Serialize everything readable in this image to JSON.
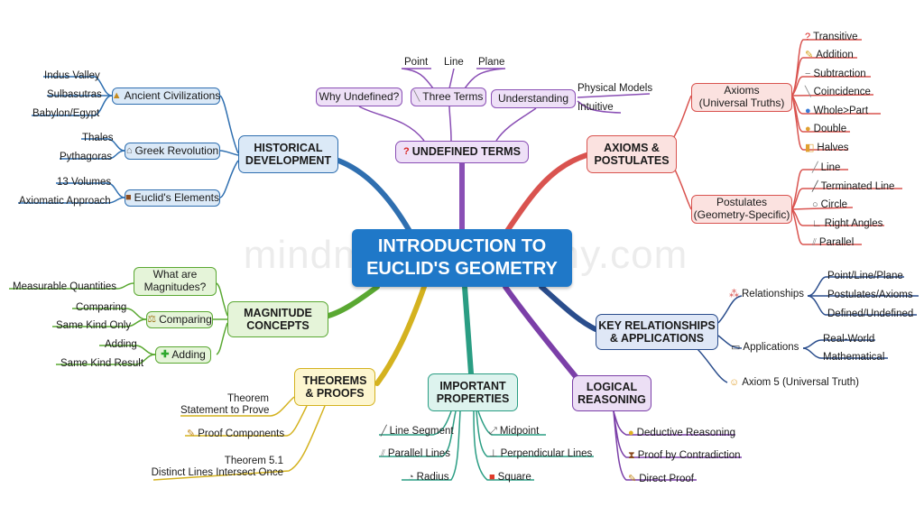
{
  "center": {
    "line1": "INTRODUCTION TO",
    "line2": "EUCLID'S GEOMETRY"
  },
  "watermark": "mindmapsacademy.com",
  "historical": {
    "title_line1": "HISTORICAL",
    "title_line2": "DEVELOPMENT",
    "ancient": {
      "label": "Ancient Civilizations",
      "icon": "pyramid-icon",
      "items": [
        "Indus Valley",
        "Sulbasutras",
        "Babylon/Egypt"
      ]
    },
    "greek": {
      "label": "Greek Revolution",
      "icon": "temple-icon",
      "items": [
        "Thales",
        "Pythagoras"
      ]
    },
    "elements": {
      "label": "Euclid's Elements",
      "icon": "book-icon",
      "items": [
        "13 Volumes",
        "Axiomatic Approach"
      ]
    }
  },
  "undefined_terms": {
    "title": "UNDEFINED TERMS",
    "icon": "question-icon",
    "why": "Why Undefined?",
    "three": {
      "label": "Three Terms",
      "icon": "ruler-icon",
      "items": [
        "Point",
        "Line",
        "Plane"
      ]
    },
    "understanding": {
      "label": "Understanding",
      "items": [
        "Physical Models",
        "Intuitive"
      ]
    }
  },
  "axioms": {
    "title_line1": "AXIOMS &",
    "title_line2": "POSTULATES",
    "axioms_box": {
      "line1": "Axioms",
      "line2": "(Universal Truths)",
      "items": [
        "Transitive",
        "Addition",
        "Subtraction",
        "Coincidence",
        "Whole>Part",
        "Double",
        "Halves"
      ]
    },
    "postulates_box": {
      "line1": "Postulates",
      "line2": "(Geometry-Specific)",
      "items": [
        "Line",
        "Terminated Line",
        "Circle",
        "Right Angles",
        "Parallel"
      ]
    }
  },
  "magnitude": {
    "title_line1": "MAGNITUDE",
    "title_line2": "CONCEPTS",
    "what": {
      "line1": "What are",
      "line2": "Magnitudes?",
      "items": [
        "Measurable Quantities"
      ]
    },
    "comparing": {
      "label": "Comparing",
      "icon": "scale-icon",
      "items": [
        "Comparing",
        "Same Kind Only"
      ]
    },
    "adding": {
      "label": "Adding",
      "icon": "plus-icon",
      "items": [
        "Adding",
        "Same Kind Result"
      ]
    }
  },
  "key": {
    "title_line1": "KEY RELATIONSHIPS",
    "title_line2": "& APPLICATIONS",
    "relationships": {
      "label": "Relationships",
      "items": [
        "Point/Line/Plane",
        "Postulates/Axioms",
        "Defined/Undefined"
      ]
    },
    "applications": {
      "label": "Applications",
      "items": [
        "Real-World",
        "Mathematical"
      ]
    },
    "axiom5": "Axiom 5 (Universal Truth)"
  },
  "theorems": {
    "title_line1": "THEOREMS",
    "title_line2": "& PROOFS",
    "items": [
      {
        "line1": "Theorem",
        "line2": "Statement to Prove"
      },
      {
        "line1": "Proof Components",
        "line2": ""
      },
      {
        "line1": "Theorem 5.1",
        "line2": "Distinct Lines Intersect Once"
      }
    ]
  },
  "properties": {
    "title_line1": "IMPORTANT",
    "title_line2": "PROPERTIES",
    "left": [
      "Line Segment",
      "Parallel Lines",
      "Radius"
    ],
    "right": [
      "Midpoint",
      "Perpendicular Lines",
      "Square"
    ]
  },
  "logical": {
    "title_line1": "LOGICAL",
    "title_line2": "REASONING",
    "items": [
      "Deductive Reasoning",
      "Proof by Contradiction",
      "Direct Proof"
    ]
  },
  "colors": {
    "historical": "#2f6fb0",
    "undefined": "#8a4fb5",
    "axioms": "#d9534f",
    "key": "#2a4d8c",
    "magnitude": "#5aa832",
    "theorems": "#d4b21f",
    "properties": "#2a9d83",
    "logical": "#7b3fa8",
    "center": "#1f78c8"
  }
}
